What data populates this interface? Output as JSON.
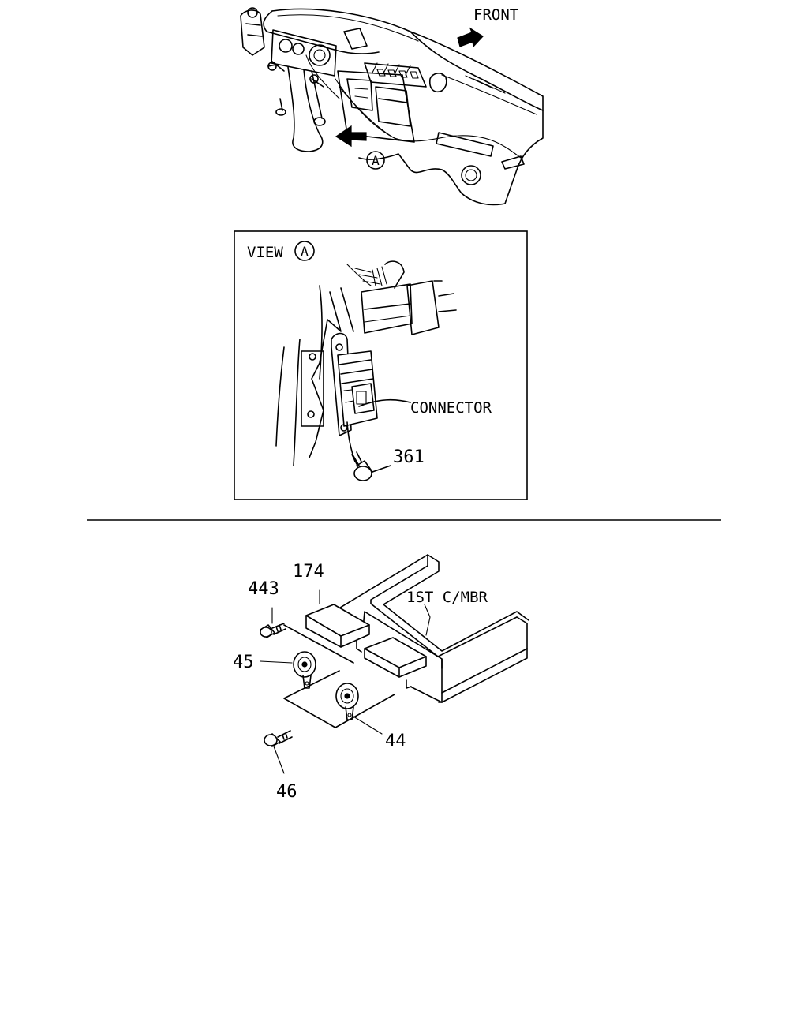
{
  "top_figure": {
    "front_label": "FRONT",
    "view_callout": "A"
  },
  "view_box": {
    "title": "VIEW",
    "title_callout": "A",
    "connector_label": "CONNECTOR",
    "part_361": "361"
  },
  "bottom_figure": {
    "part_174": "174",
    "part_443": "443",
    "part_45": "45",
    "part_44": "44",
    "part_46": "46",
    "member_label": "1ST C/MBR"
  }
}
